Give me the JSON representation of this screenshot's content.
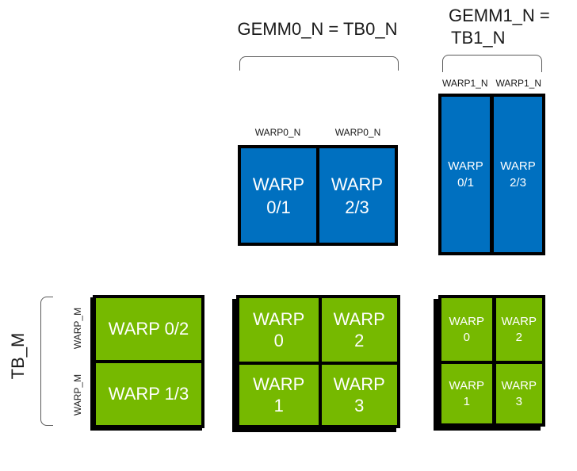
{
  "colors": {
    "blue_tile": "#0070C0",
    "green_tile": "#76B900",
    "tile_border": "#000000",
    "bracket": "#595959",
    "label_text": "#1A1A1A",
    "tile_text": "#FFFFFF"
  },
  "titles": {
    "gemm0": "GEMM0_N = TB0_N",
    "gemm1_line1": "GEMM1_N =",
    "gemm1_line2": "TB1_N"
  },
  "dimension_labels": {
    "tb_m": "TB_M",
    "warp_m": [
      "WARP_M",
      "WARP_M"
    ],
    "warp0_n": [
      "WARP0_N",
      "WARP0_N"
    ],
    "warp1_n": [
      "WARP1_N",
      "WARP1_N"
    ]
  },
  "gemm0_accumulator": {
    "cells": [
      {
        "line1": "WARP",
        "line2": "0/1"
      },
      {
        "line1": "WARP",
        "line2": "2/3"
      }
    ]
  },
  "gemm1_accumulator": {
    "cells": [
      {
        "line1": "WARP",
        "line2": "0/1"
      },
      {
        "line1": "WARP",
        "line2": "2/3"
      }
    ]
  },
  "threadblock_left": {
    "rows": [
      {
        "label": "WARP 0/2"
      },
      {
        "label": "WARP 1/3"
      }
    ]
  },
  "threadblock_middle": {
    "cells": [
      {
        "line1": "WARP",
        "line2": "0"
      },
      {
        "line1": "WARP",
        "line2": "2"
      },
      {
        "line1": "WARP",
        "line2": "1"
      },
      {
        "line1": "WARP",
        "line2": "3"
      }
    ]
  },
  "threadblock_right": {
    "cells": [
      {
        "line1": "WARP",
        "line2": "0"
      },
      {
        "line1": "WARP",
        "line2": "2"
      },
      {
        "line1": "WARP",
        "line2": "1"
      },
      {
        "line1": "WARP",
        "line2": "3"
      }
    ]
  }
}
